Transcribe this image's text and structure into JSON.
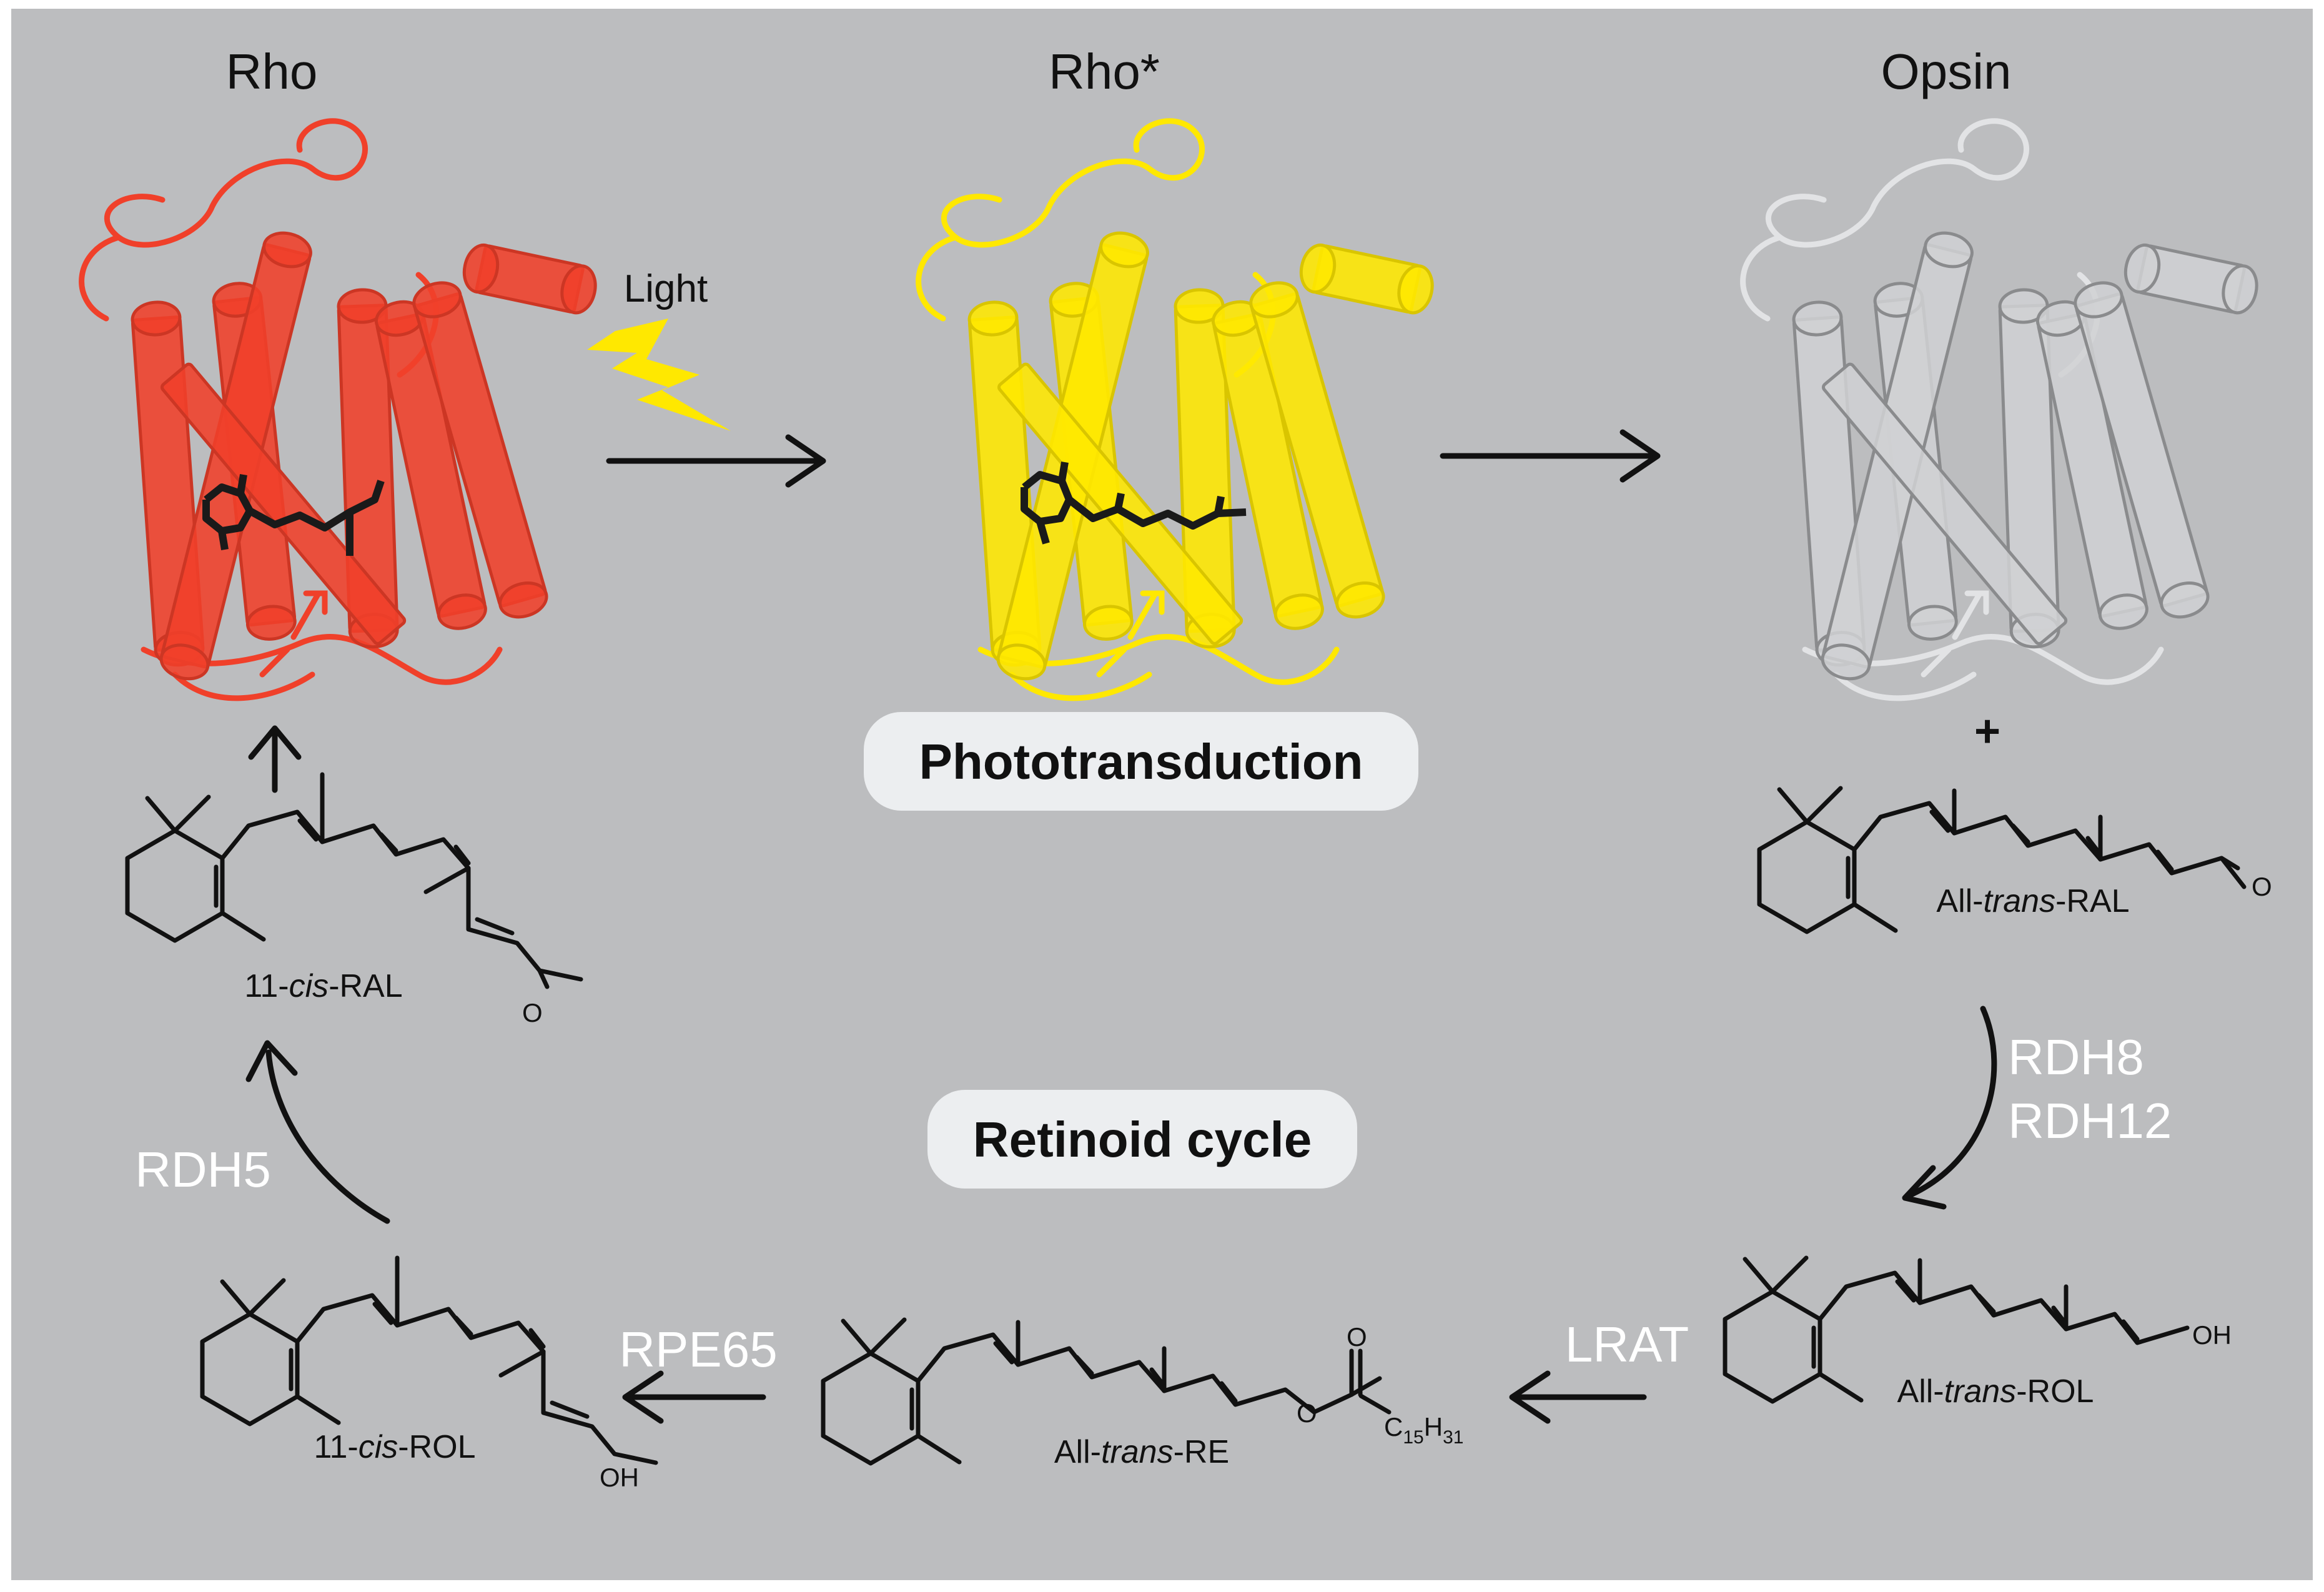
{
  "states": {
    "rho": "Rho",
    "rho_star": "Rho*",
    "opsin": "Opsin"
  },
  "light_label": "Light",
  "plus": "+",
  "pills": {
    "phototransduction": "Phototransduction",
    "retinoid_cycle": "Retinoid cycle"
  },
  "enzymes": {
    "rdh8": "RDH8",
    "rdh12": "RDH12",
    "lrat": "LRAT",
    "rpe65": "RPE65",
    "rdh5": "RDH5"
  },
  "molecules": {
    "all_trans_ral": {
      "prefix": "All-",
      "italic": "trans",
      "suffix": "-RAL"
    },
    "all_trans_rol": {
      "prefix": "All-",
      "italic": "trans",
      "suffix": "-ROL"
    },
    "all_trans_re": {
      "prefix": "All-",
      "italic": "trans",
      "suffix": "-RE"
    },
    "cis_rol": {
      "prefix": "11-",
      "italic": "cis",
      "suffix": "-ROL"
    },
    "cis_ral": {
      "prefix": "11-",
      "italic": "cis",
      "suffix": "-RAL"
    }
  },
  "atoms": {
    "oxygen": "O",
    "hydroxyl": "OH",
    "ester_c": "C",
    "ester_c_sub": "15",
    "ester_h": "H",
    "ester_h_sub": "31"
  },
  "colors": {
    "background": "#bcbdbf",
    "rho": "#f0402a",
    "rho_star": "#ffe800",
    "opsin": "#d0d1d3",
    "light_bolt": "#ffe800",
    "pill": "#eceef0",
    "enzyme_text": "#ffffff"
  }
}
